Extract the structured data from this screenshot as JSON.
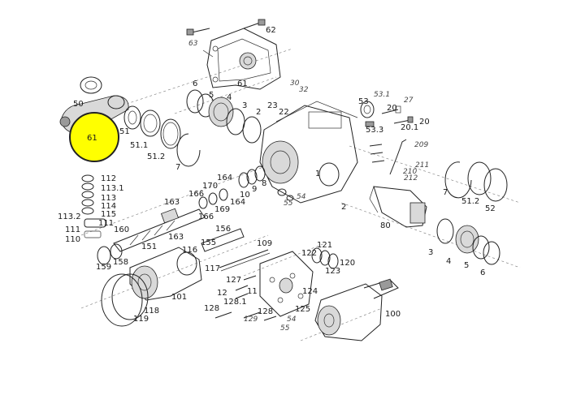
{
  "highlight": {
    "label": "61",
    "color": "#ffff00"
  },
  "labels": {
    "l62": "62",
    "l63": "63",
    "l61": "61",
    "l50": "50",
    "l51a": "51",
    "l51_1a": "51.1",
    "l51_2a": "51.2",
    "l7a": "7",
    "l6a": "6",
    "l5a": "5",
    "l4a": "4",
    "l3a": "3",
    "l2a": "2",
    "l30": "30",
    "l32": "32",
    "l23": "23",
    "l22": "22",
    "l53": "53",
    "l53_1": "53.1",
    "l53_3": "53.3",
    "l27": "27",
    "l20a": "20",
    "l20_1": "20.1",
    "l20b": "20",
    "l209": "209",
    "l211": "211",
    "l210": "210",
    "l212": "212",
    "l1": "1",
    "l2b": "2",
    "l80": "80",
    "l54": "54",
    "l55a": "55",
    "l164a": "164",
    "l170": "170",
    "l10": "10",
    "l9": "9",
    "l8": "8",
    "l166a": "166",
    "l163a": "163",
    "l166b": "166",
    "l169": "169",
    "l164b": "164",
    "l112": "112",
    "l113_1": "113.1",
    "l113": "113",
    "l114": "114",
    "l115": "115",
    "l113_2": "113.2",
    "l111a": "111",
    "l111b": "111",
    "l110": "110",
    "l160": "160",
    "l163b": "163",
    "l151": "151",
    "l156": "156",
    "l155": "155",
    "l109": "109",
    "l116": "116",
    "l159": "159",
    "l158": "158",
    "l117": "117",
    "l121": "121",
    "l122": "122",
    "l120": "120",
    "l123": "123",
    "l101": "101",
    "l127": "127",
    "l12": "12",
    "l11": "11",
    "l128_1": "128.1",
    "l124": "124",
    "l128a": "128",
    "l128b": "128",
    "l125": "125",
    "l129": "129",
    "l54b": "54",
    "l55b": "55",
    "l118": "118",
    "l119": "119",
    "l100": "100",
    "l7b": "7",
    "l51_2b": "51.2",
    "l52": "52",
    "l3b": "3",
    "l4b": "4",
    "l5b": "5",
    "l6b": "6"
  }
}
